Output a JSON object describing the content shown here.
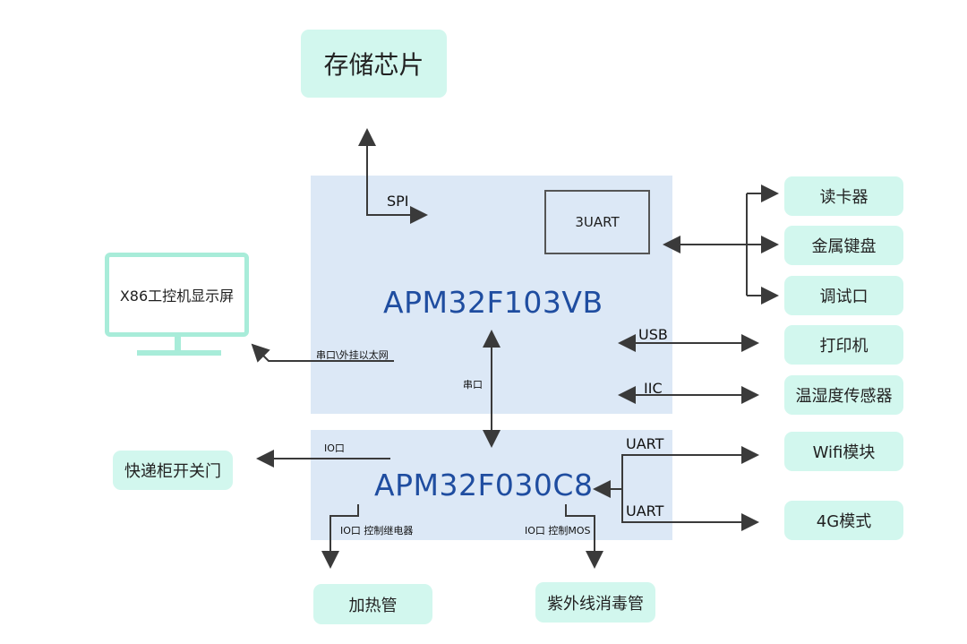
{
  "storage": {
    "label": "存储芯片"
  },
  "mcu_main": {
    "label": "APM32F103VB",
    "uart_box": "3UART"
  },
  "mcu_sub": {
    "label": "APM32F030C8"
  },
  "monitor": {
    "label": "X86工控机显示屏"
  },
  "links": {
    "spi": "SPI",
    "usb": "USB",
    "iic": "IIC",
    "serial_eth": "串口\\外挂以太网",
    "serial": "串口",
    "io": "IO口",
    "uart_wifi": "UART",
    "uart_4g": "UART",
    "io_relay": "IO口 控制继电器",
    "io_mos": "IO口 控制MOS"
  },
  "peripherals": {
    "card_reader": "读卡器",
    "metal_keyboard": "金属键盘",
    "debug_port": "调试口",
    "printer": "打印机",
    "temp_humidity": "温湿度传感器",
    "wifi": "Wifi模块",
    "module_4g": "4G模式",
    "locker": "快递柜开关门",
    "heater": "加热管",
    "uv_lamp": "紫外线消毒管"
  },
  "colors": {
    "chip_bg": "#d2f7ee",
    "mcu_bg": "#dce8f6",
    "mcu_text": "#1f4da0",
    "arrow": "#3a3a3a",
    "monitor": "#a8ecd9"
  }
}
